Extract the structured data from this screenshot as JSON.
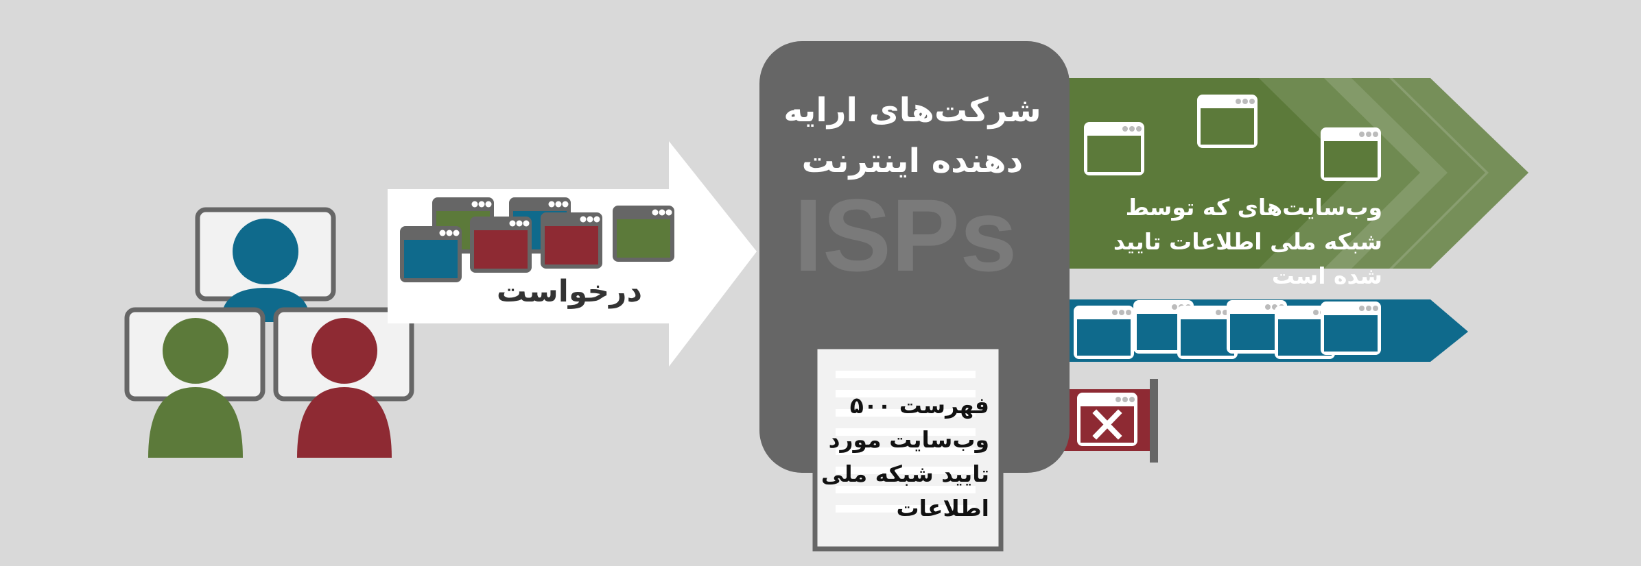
{
  "isp": {
    "title": "شرکت‌های ارایه دهنده اینترنت",
    "abbrev": "ISPs"
  },
  "request": {
    "label": "درخواست"
  },
  "approved": {
    "caption": "وب‌سایت‌های که توسط شبکه ملی اطلاعات تایید شده است"
  },
  "document": {
    "text": "فهرست ۵۰۰ وب‌سایت مورد تایید شبکه ملی اطلاعات"
  },
  "colors": {
    "background": "#d9d9d9",
    "isp_box": "#666666",
    "green": "#5c7a3a",
    "blue": "#0f6a8c",
    "red": "#8e2a33",
    "frame": "#666666"
  },
  "icons": [
    "user-icon",
    "browser-window-icon",
    "blocked-x-icon",
    "document-icon"
  ]
}
